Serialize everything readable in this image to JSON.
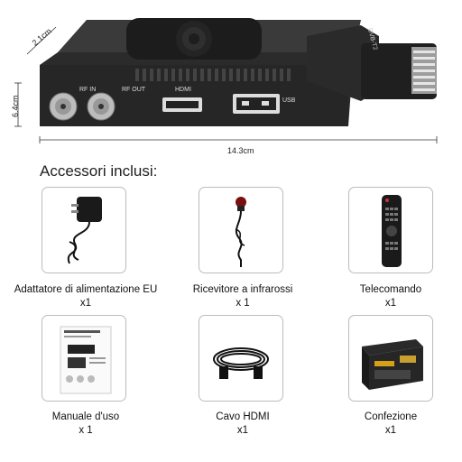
{
  "product": {
    "dimensions": {
      "width": "14.3cm",
      "depth": "2.1cm",
      "height": "6.4cm"
    },
    "ports": {
      "rf_in": "RF IN",
      "rf_out": "RF OUT",
      "hdmi": "HDMI",
      "usb": "USB"
    },
    "brand_mark": "DVB-T2"
  },
  "accessories": {
    "heading": "Accessori inclusi:",
    "items": [
      {
        "label": "Adattatore di alimentazione EU",
        "qty": "x1",
        "icon": "power-adapter-icon"
      },
      {
        "label": "Ricevitore a infrarossi",
        "qty": "x 1",
        "icon": "ir-receiver-icon"
      },
      {
        "label": "Telecomando",
        "qty": "x1",
        "icon": "remote-control-icon"
      },
      {
        "label": "Manuale d'uso",
        "qty": "x 1",
        "icon": "manual-icon"
      },
      {
        "label": "Cavo HDMI",
        "qty": "x1",
        "icon": "hdmi-cable-icon"
      },
      {
        "label": "Confezione",
        "qty": "x1",
        "icon": "package-box-icon"
      }
    ]
  },
  "colors": {
    "device": "#2b2b2b",
    "card_border": "#bcbcbc"
  }
}
